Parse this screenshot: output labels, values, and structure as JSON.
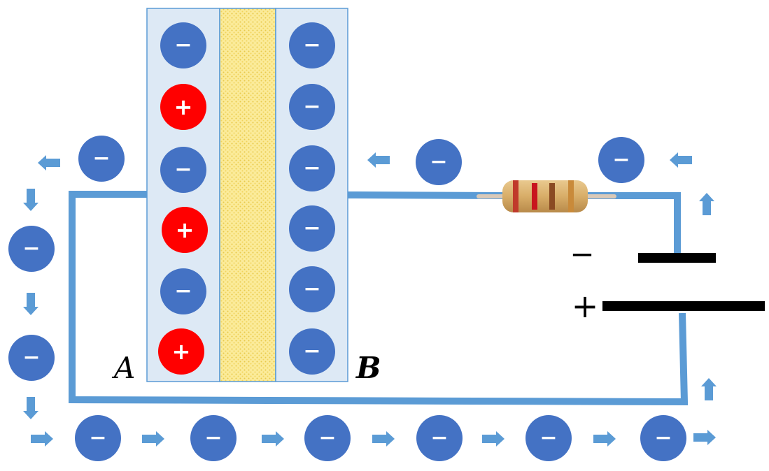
{
  "plate_a": {
    "label": "A",
    "charges": [
      "−",
      "+",
      "−",
      "+",
      "−",
      "+"
    ]
  },
  "plate_b": {
    "label": "B",
    "charges": [
      "−",
      "−",
      "−",
      "−",
      "−",
      "−"
    ]
  },
  "battery": {
    "negative_terminal": "−",
    "positive_terminal": "+"
  },
  "components": {
    "resistor": "resistor-icon",
    "dielectric": "dielectric-layer"
  },
  "carrier": {
    "symbol": "−"
  },
  "colors": {
    "wire": "#5b9bd5",
    "plate": "#dde9f5",
    "plate_border": "#5b9bd5",
    "electron": "#4472c4",
    "positive_charge": "#ff0000",
    "dielectric": "#f7e27a",
    "arrow": "#5b9bd5",
    "battery_plate": "#000000"
  }
}
